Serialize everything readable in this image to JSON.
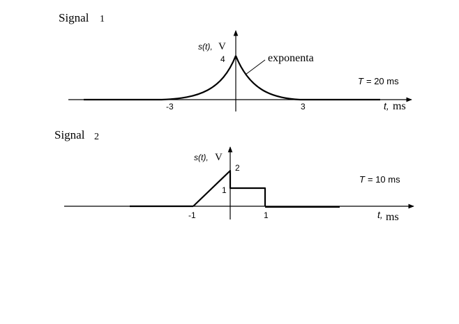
{
  "signal1": {
    "title_word": "Signal",
    "title_num": "1",
    "ylabel_func": "s(t),",
    "ylabel_unit": "V",
    "y_peak_label": "4",
    "curve_label": "exponenta",
    "period_var": "T",
    "period_value": "= 20 ms",
    "x_tick_neg": "-3",
    "x_tick_pos": "3",
    "xlabel_var": "t,",
    "xlabel_unit": "ms"
  },
  "signal2": {
    "title_word": "Signal",
    "title_num": "2",
    "ylabel_func": "s(t),",
    "ylabel_unit": "V",
    "y_tick_2": "2",
    "y_tick_1": "1",
    "period_var": "T",
    "period_value": "= 10 ms",
    "x_tick_neg": "-1",
    "x_tick_pos": "1",
    "xlabel_var": "t,",
    "xlabel_unit": "ms"
  },
  "chart_data": [
    {
      "type": "line",
      "series": [
        {
          "x": [
            -3,
            -2.5,
            -2,
            -1.5,
            -1,
            -0.5,
            0,
            0.5,
            1,
            1.5,
            2,
            2.5,
            3
          ],
          "y": [
            0,
            0.05,
            0.2,
            0.45,
            0.9,
            1.8,
            4,
            1.8,
            0.9,
            0.45,
            0.2,
            0.05,
            0
          ]
        }
      ],
      "xticks": [
        "-3",
        "3"
      ],
      "yticks": [
        "4"
      ]
    },
    {
      "type": "line",
      "series": [
        {
          "x": [
            -1,
            0,
            0,
            1,
            1
          ],
          "y": [
            0,
            2,
            1,
            1,
            0
          ]
        }
      ],
      "xticks": [
        "-1",
        "1"
      ],
      "yticks": [
        "1",
        "2"
      ]
    }
  ]
}
